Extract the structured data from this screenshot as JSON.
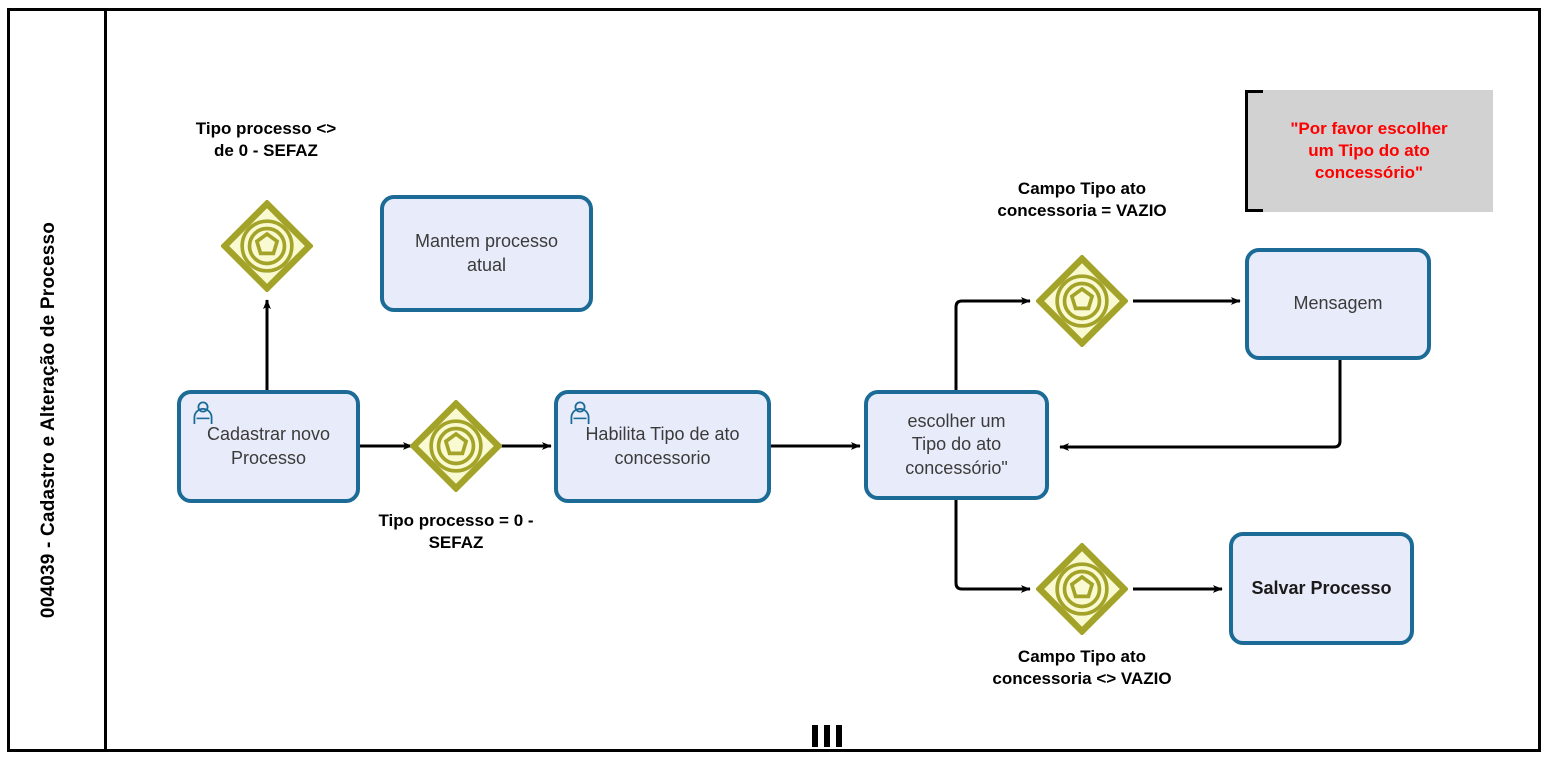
{
  "pool": {
    "lane_title": "004039 - Cadastro e Alteração de Processo"
  },
  "tasks": [
    {
      "id": "mantem-processo-atual",
      "label": "Mantem processo\natual",
      "has_user_icon": false,
      "bold": false
    },
    {
      "id": "cadastrar-novo-processo",
      "label": "Cadastrar  novo\nProcesso",
      "has_user_icon": true,
      "bold": false
    },
    {
      "id": "habilita-tipo-de-ato-concessorio",
      "label": "Habilita Tipo de ato\nconcessorio",
      "has_user_icon": true,
      "bold": false
    },
    {
      "id": "escolher-um-tipo-do-ato-concessorio",
      "label": "escolher um\nTipo do ato\nconcessório\"",
      "has_user_icon": false,
      "bold": false
    },
    {
      "id": "mensagem",
      "label": "Mensagem",
      "has_user_icon": false,
      "bold": false
    },
    {
      "id": "salvar-processo",
      "label": "Salvar Processo",
      "has_user_icon": false,
      "bold": true
    }
  ],
  "gateways": [
    {
      "id": "gateway-tipo-processo-diferente-zero",
      "type": "complex"
    },
    {
      "id": "gateway-tipo-processo-split",
      "type": "complex"
    },
    {
      "id": "gateway-campo-vazio",
      "type": "complex"
    },
    {
      "id": "gateway-campo-nao-vazio",
      "type": "complex"
    }
  ],
  "flow_labels": [
    {
      "id": "label-tipo-processo-diferente-zero",
      "text": "Tipo processo <>\nde 0 - SEFAZ"
    },
    {
      "id": "label-tipo-processo-igual-zero",
      "text": "Tipo processo  = 0 -\nSEFAZ"
    },
    {
      "id": "label-campo-vazio",
      "text": "Campo Tipo ato\nconcessoria = VAZIO"
    },
    {
      "id": "label-campo-nao-vazio",
      "text": "Campo Tipo ato\nconcessoria <> VAZIO"
    }
  ],
  "annotation": {
    "id": "annotation-mensagem",
    "text": "\"Por favor escolher\num Tipo do ato\nconcessório\""
  },
  "colors": {
    "task_fill": "#E8ECFA",
    "task_border": "#1B6B96",
    "gateway_fill": "#FAFAD2",
    "gateway_stroke": "#A3A32A",
    "annotation_fill": "#D2D2D2",
    "annotation_text": "#FF0000",
    "frame": "#000000",
    "connector": "#000000"
  }
}
